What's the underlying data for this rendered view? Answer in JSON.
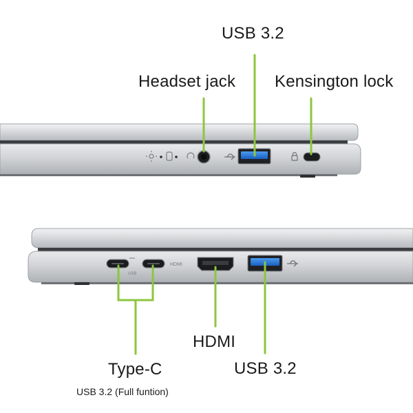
{
  "callouts": {
    "usb_top": "USB 3.2",
    "headset": "Headset jack",
    "kensington": "Kensington lock",
    "hdmi": "HDMI",
    "usb_bottom": "USB 3.2",
    "type_c": "Type-C",
    "type_c_note": "USB 3.2 (Full funtion)"
  },
  "port_markings": {
    "hdmi": "HDMI",
    "usb_c": "USB"
  },
  "colors": {
    "callout_line": "#8cc63f",
    "laptop_body": "#c9ccd0",
    "port_blue": "#1f6fd1"
  }
}
